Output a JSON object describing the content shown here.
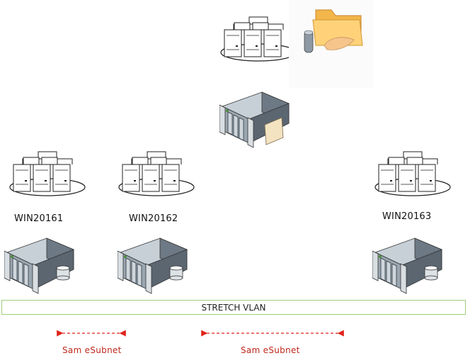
{
  "nodes": [
    {
      "label": "WIN20161"
    },
    {
      "label": "WIN20162"
    },
    {
      "label": "WIN20163"
    }
  ],
  "vlan": {
    "label": "STRETCH VLAN"
  },
  "subnets": [
    {
      "label": "Sam eSubnet"
    },
    {
      "label": "Sam eSubnet"
    }
  ],
  "colors": {
    "vlan_border": "#9ecf7c",
    "subnet_text": "#c0281c",
    "arrow": "#e0231a",
    "server_dark": "#4a5560",
    "server_light": "#a8b4bd"
  },
  "icons": [
    "vm-cluster-icon",
    "rack-server-icon",
    "file-share-icon",
    "database-disk-icon"
  ]
}
